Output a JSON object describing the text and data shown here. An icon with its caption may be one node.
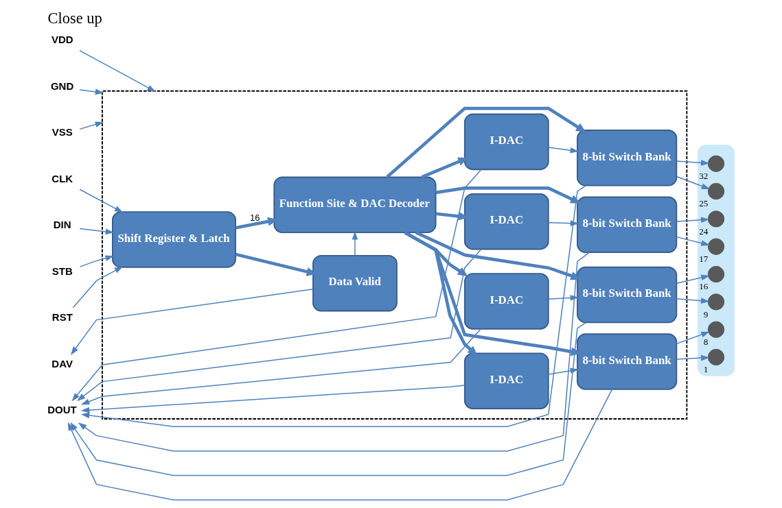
{
  "diagram": {
    "title": "Close up",
    "nodes": [
      {
        "text": [],
        "shape": "box"
      },
      {
        "text": [
          "VDD"
        ]
      },
      {
        "text": [
          "GND"
        ]
      },
      {
        "text": [
          "VSS"
        ]
      },
      {
        "text": [
          "CLK"
        ]
      },
      {
        "text": [
          "DIN"
        ]
      },
      {
        "text": [
          "STB"
        ]
      },
      {
        "text": [
          "RST"
        ]
      },
      {
        "text": [
          "DAV"
        ]
      },
      {
        "text": [
          "DOUT"
        ]
      },
      {
        "text": [
          "Shift Register & Latch"
        ],
        "in": 0
      },
      {
        "text": [
          "Function Site & DAC Decoder"
        ],
        "in": 0
      },
      {
        "text": [
          "Data Valid"
        ],
        "in": 0
      },
      {
        "text": [
          "I-DAC"
        ],
        "in": 0
      },
      {
        "text": [
          "I-DAC"
        ],
        "in": 0
      },
      {
        "text": [
          "I-DAC"
        ],
        "in": 0
      },
      {
        "text": [
          "I-DAC"
        ],
        "in": 0
      },
      {
        "text": [
          "8-bit Switch Bank"
        ],
        "in": 0
      },
      {
        "text": [
          "8-bit Switch Bank"
        ],
        "in": 0
      },
      {
        "text": [
          "8-bit Switch Bank"
        ],
        "in": 0
      },
      {
        "text": [
          "8-bit Switch Bank"
        ],
        "in": 0
      },
      {
        "text": [],
        "shape": "bar"
      },
      {
        "text": [],
        "shape": "circle",
        "in": 21,
        "beside": [
          "32"
        ]
      },
      {
        "text": [],
        "shape": "circle",
        "in": 21,
        "beside": [
          "25"
        ]
      },
      {
        "text": [],
        "shape": "circle",
        "in": 21,
        "beside": [
          "24"
        ]
      },
      {
        "text": [],
        "shape": "circle",
        "in": 21,
        "beside": [
          "17"
        ]
      },
      {
        "text": [],
        "shape": "circle",
        "in": 21,
        "beside": [
          "16"
        ]
      },
      {
        "text": [],
        "shape": "circle",
        "in": 21,
        "beside": [
          "9"
        ]
      },
      {
        "text": [],
        "shape": "circle",
        "in": 21,
        "beside": [
          "8"
        ]
      },
      {
        "text": [],
        "shape": "circle",
        "in": 21,
        "beside": [
          "1"
        ]
      }
    ],
    "edges": [
      {
        "from": 1,
        "to": 0,
        "arrow": "to"
      },
      {
        "from": 2,
        "to": 0,
        "arrow": "to"
      },
      {
        "from": 3,
        "to": 0,
        "arrow": "to"
      },
      {
        "from": 4,
        "to": 10,
        "arrow": "to"
      },
      {
        "from": 5,
        "to": 10,
        "arrow": "to"
      },
      {
        "from": 6,
        "to": 10,
        "arrow": "to"
      },
      {
        "from": 7,
        "to": 10,
        "arrow": "to"
      },
      {
        "from": 10,
        "to": 11,
        "arrow": "to",
        "label": "16",
        "style": "thick"
      },
      {
        "from": 10,
        "to": 12,
        "arrow": "to",
        "style": "thick"
      },
      {
        "from": 12,
        "to": 11,
        "arrow": "to"
      },
      {
        "from": 12,
        "to": 8,
        "arrow": "to"
      },
      {
        "from": 11,
        "to": 13,
        "arrow": "to",
        "style": "thick"
      },
      {
        "from": 11,
        "to": 14,
        "arrow": "to",
        "style": "thick"
      },
      {
        "from": 11,
        "to": 15,
        "arrow": "to",
        "style": "thick"
      },
      {
        "from": 11,
        "to": 16,
        "arrow": "to",
        "style": "thick"
      },
      {
        "from": 11,
        "to": 17,
        "arrow": "to",
        "style": "thick"
      },
      {
        "from": 11,
        "to": 18,
        "arrow": "to",
        "style": "thick"
      },
      {
        "from": 11,
        "to": 19,
        "arrow": "to",
        "style": "thick"
      },
      {
        "from": 11,
        "to": 20,
        "arrow": "to",
        "style": "thick"
      },
      {
        "from": 13,
        "to": 17,
        "arrow": "to"
      },
      {
        "from": 14,
        "to": 18,
        "arrow": "to"
      },
      {
        "from": 15,
        "to": 19,
        "arrow": "to"
      },
      {
        "from": 16,
        "to": 20,
        "arrow": "to"
      },
      {
        "from": 13,
        "to": 9,
        "arrow": "to"
      },
      {
        "from": 14,
        "to": 9,
        "arrow": "to"
      },
      {
        "from": 15,
        "to": 9,
        "arrow": "to"
      },
      {
        "from": 16,
        "to": 9,
        "arrow": "to"
      },
      {
        "from": 17,
        "to": 9,
        "arrow": "to"
      },
      {
        "from": 18,
        "to": 9,
        "arrow": "to"
      },
      {
        "from": 19,
        "to": 9,
        "arrow": "to"
      },
      {
        "from": 20,
        "to": 9,
        "arrow": "to"
      },
      {
        "from": 17,
        "to": 22,
        "arrow": "to"
      },
      {
        "from": 17,
        "to": 23,
        "arrow": "to"
      },
      {
        "from": 18,
        "to": 24,
        "arrow": "to"
      },
      {
        "from": 18,
        "to": 25,
        "arrow": "to"
      },
      {
        "from": 19,
        "to": 26,
        "arrow": "to"
      },
      {
        "from": 19,
        "to": 27,
        "arrow": "to"
      },
      {
        "from": 20,
        "to": 28,
        "arrow": "to"
      },
      {
        "from": 20,
        "to": 29,
        "arrow": "to"
      }
    ]
  }
}
